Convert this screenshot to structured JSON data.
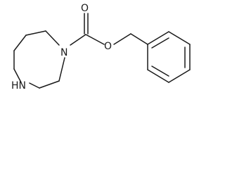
{
  "molecule": {
    "atoms": {
      "ring_nitrogen": "N",
      "amine_nh": "HN",
      "carbonyl_oxygen": "O",
      "ester_oxygen": "O"
    },
    "colors": {
      "bond": "#1a1a1a",
      "background": "#ffffff"
    }
  }
}
